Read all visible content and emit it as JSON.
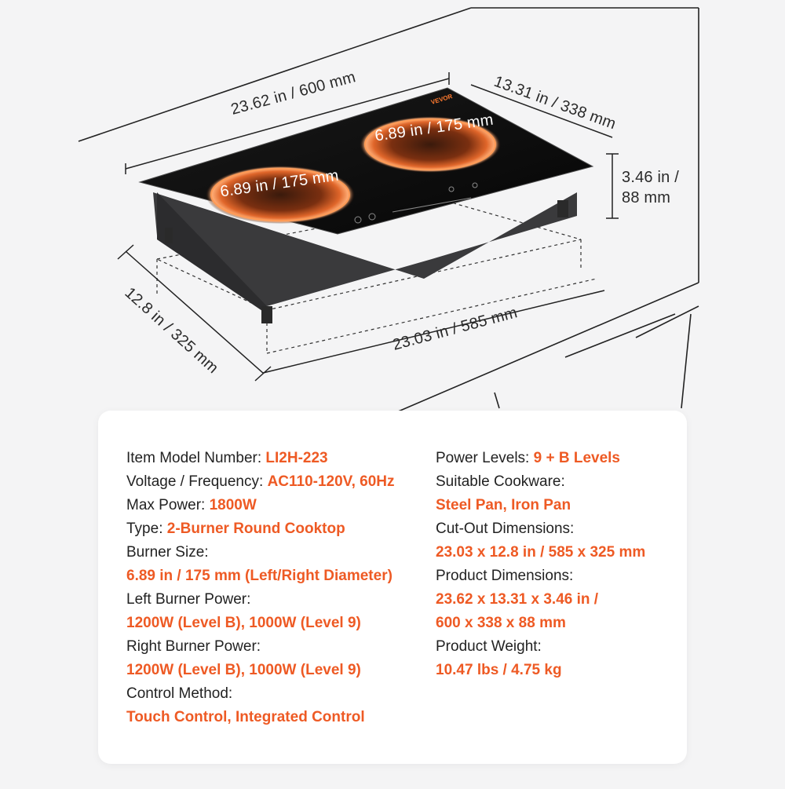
{
  "product": {
    "brand_mark": "VEVOR"
  },
  "dimensions": {
    "top_length": "23.62 in / 600 mm",
    "top_depth": "13.31 in / 338 mm",
    "height_line1": "3.46 in /",
    "height_line2": "88 mm",
    "burner_left": "6.89 in / 175 mm",
    "burner_right": "6.89 in / 175 mm",
    "cutout_depth": "12.8 in / 325 mm",
    "cutout_length": "23.03 in / 585 mm"
  },
  "specs": {
    "left_column": [
      {
        "label": "Item Model Number: ",
        "value": "LI2H-223"
      },
      {
        "label": "Voltage / Frequency: ",
        "value": "AC110-120V,  60Hz"
      },
      {
        "label": "Max Power: ",
        "value": "1800W"
      },
      {
        "label": "Type: ",
        "value": "2-Burner Round Cooktop"
      },
      {
        "label": "Burner Size:",
        "value": ""
      },
      {
        "label": "",
        "value": "6.89 in / 175 mm (Left/Right Diameter)"
      },
      {
        "label": "Left Burner Power:",
        "value": ""
      },
      {
        "label": "",
        "value": "1200W (Level B), 1000W (Level 9)"
      },
      {
        "label": "Right Burner Power:",
        "value": ""
      },
      {
        "label": "",
        "value": "1200W (Level B), 1000W (Level 9)"
      },
      {
        "label": "Control Method:",
        "value": ""
      },
      {
        "label": "",
        "value": "Touch Control, Integrated Control"
      }
    ],
    "right_column": [
      {
        "label": "Power Levels: ",
        "value": "9 + B Levels"
      },
      {
        "label": "Suitable Cookware:",
        "value": ""
      },
      {
        "label": "",
        "value": "Steel Pan, Iron Pan"
      },
      {
        "label": "Cut-Out Dimensions:",
        "value": ""
      },
      {
        "label": "",
        "value": "23.03 x 12.8 in / 585 x 325 mm"
      },
      {
        "label": "Product Dimensions:",
        "value": ""
      },
      {
        "label": "",
        "value": "23.62 x 13.31 x 3.46 in /"
      },
      {
        "label": "",
        "value": "600 x 338 x 88 mm"
      },
      {
        "label": "Product Weight:",
        "value": ""
      },
      {
        "label": "",
        "value": "10.47 lbs / 4.75 kg"
      }
    ]
  },
  "colors": {
    "accent": "#ee5a24",
    "text": "#222222",
    "background": "#f4f4f5",
    "card": "#ffffff",
    "glass": "#0b0b0b"
  }
}
